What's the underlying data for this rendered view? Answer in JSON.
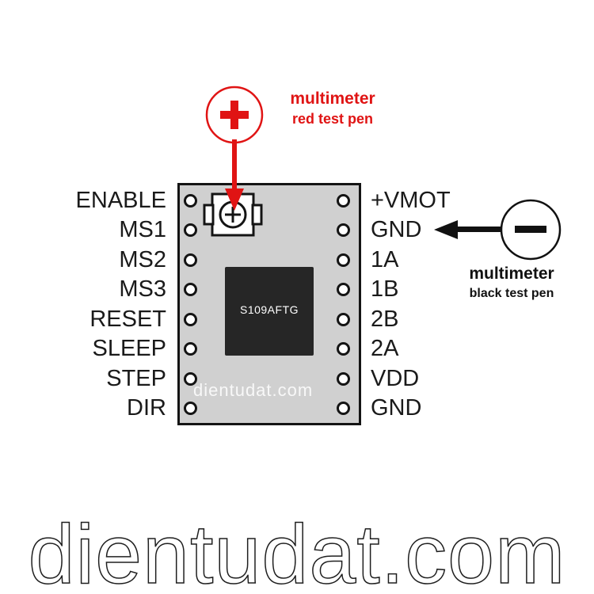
{
  "left_pins": [
    "ENABLE",
    "MS1",
    "MS2",
    "MS3",
    "RESET",
    "SLEEP",
    "STEP",
    "DIR"
  ],
  "right_pins": [
    "+VMOT",
    "GND",
    "1A",
    "1B",
    "2B",
    "2A",
    "VDD",
    "GND"
  ],
  "chip_label": "S109AFTG",
  "red_probe": {
    "symbol": "+",
    "line1": "multimeter",
    "line2": "red test pen",
    "color": "#e01414",
    "icon": "plus-icon"
  },
  "black_probe": {
    "symbol": "−",
    "line1": "multimeter",
    "line2": "black test pen",
    "color": "#111111",
    "icon": "minus-icon"
  },
  "board_watermark": "dientudat.com",
  "big_watermark": "dientudat.com",
  "colors": {
    "board": "#d0d0d0",
    "chip": "#262626",
    "outline": "#141414"
  }
}
